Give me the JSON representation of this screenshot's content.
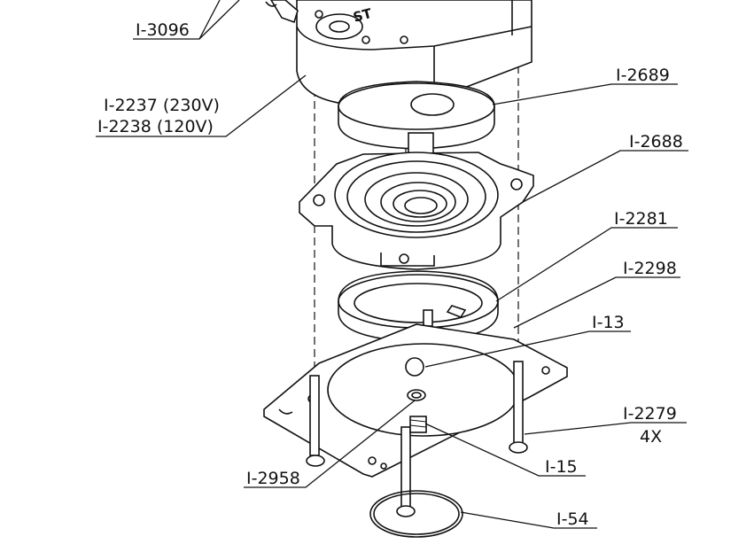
{
  "diagram": {
    "callouts": [
      {
        "id": "c3096",
        "text": "I-3096"
      },
      {
        "id": "c2237",
        "text": "I-2237 (230V)"
      },
      {
        "id": "c2238",
        "text": "I-2238 (120V)"
      },
      {
        "id": "c2689",
        "text": "I-2689"
      },
      {
        "id": "c2688",
        "text": "I-2688"
      },
      {
        "id": "c2281",
        "text": "I-2281"
      },
      {
        "id": "c2298",
        "text": "I-2298"
      },
      {
        "id": "c13",
        "text": "I-13"
      },
      {
        "id": "c2279",
        "text": "I-2279"
      },
      {
        "id": "c2279q",
        "text": "4X"
      },
      {
        "id": "c15",
        "text": "I-15"
      },
      {
        "id": "c2958",
        "text": "I-2958"
      },
      {
        "id": "c54",
        "text": "I-54"
      }
    ],
    "motor_marking": "ST"
  }
}
